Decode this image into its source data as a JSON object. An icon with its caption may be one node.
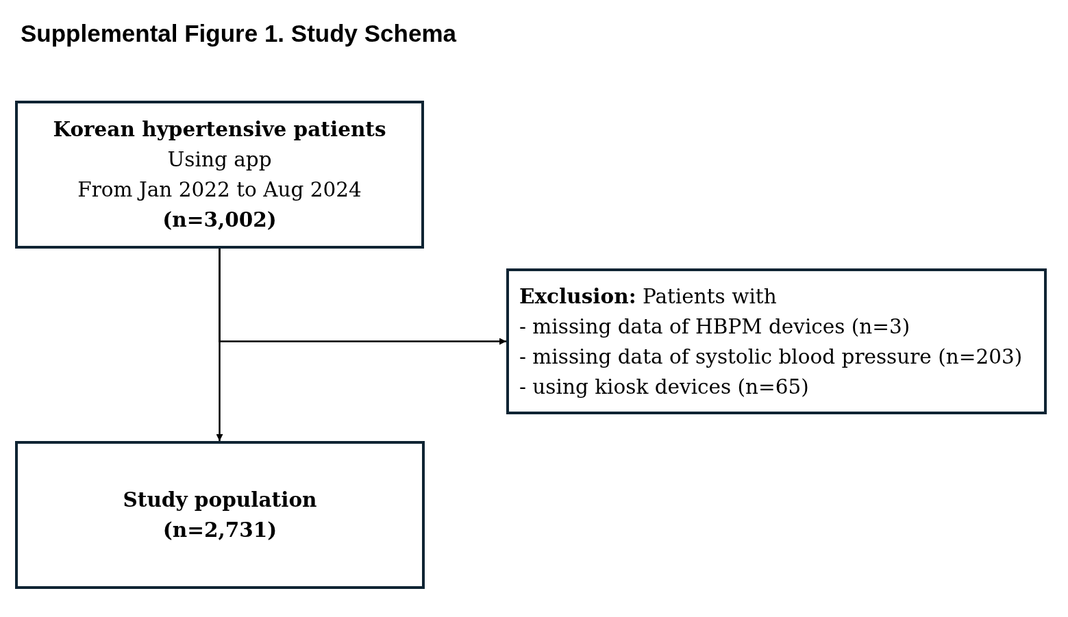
{
  "diagram": {
    "title": "Supplemental Figure 1. Study Schema",
    "nodes": [
      {
        "text": [
          "Korean hypertensive patients",
          "Using app",
          "From Jan 2022 to Aug 2024",
          "(n=3,002)"
        ]
      },
      {
        "text": [
          "**Exclusion:** Patients with",
          "- missing data of HBPM devices (n=3)",
          "- missing data of systolic blood pressure (n=203)",
          "- using kiosk devices (n=65)"
        ]
      },
      {
        "text": [
          "Study population",
          "(n=2,731)"
        ]
      }
    ],
    "edges": [
      {
        "from": 0,
        "to": 2,
        "arrow": "to"
      },
      {
        "from": 0,
        "to": 1,
        "arrow": "to"
      }
    ]
  }
}
